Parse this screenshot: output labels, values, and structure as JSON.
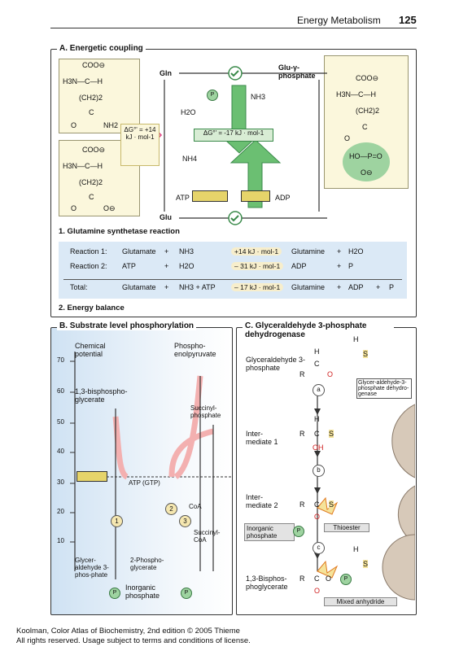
{
  "header": {
    "title": "Energy Metabolism",
    "page": "125"
  },
  "panelA": {
    "title": "A. Energetic coupling",
    "gln": "Gln",
    "glu": "Glu",
    "glu_phosphate": "Glu-γ-phosphate",
    "h2o": "H2O",
    "nh3": "NH3",
    "nh4": "NH4",
    "atp": "ATP",
    "adp": "ADP",
    "p": "P",
    "dg_left": "ΔG°' = +14 kJ · mol-1",
    "dg_center": "ΔG°' = -17 kJ · mol-1",
    "struct_top": [
      "COO⊖",
      "H3N—C—H",
      "(CH2)2",
      "C",
      "O",
      "NH2"
    ],
    "struct_bottom": [
      "COO⊖",
      "H3N—C—H",
      "(CH2)2",
      "C",
      "O",
      "O⊖"
    ],
    "struct_right": [
      "COO⊖",
      "H3N—C—H",
      "(CH2)2",
      "C",
      "O",
      "HO—P=O",
      "O⊖"
    ],
    "sub1": "1. Glutamine synthetase reaction",
    "sub2": "2. Energy balance",
    "table": [
      {
        "label": "Reaction 1:",
        "a": "Glutamate",
        "op1": "+",
        "b": "NH3",
        "energy": "+14 kJ · mol-1",
        "c": "Glutamine",
        "op2": "+",
        "d": "H2O",
        "op3": "",
        "e": ""
      },
      {
        "label": "Reaction 2:",
        "a": "ATP",
        "op1": "+",
        "b": "H2O",
        "energy": "– 31 kJ · mol-1",
        "c": "ADP",
        "op2": "+",
        "d": "P",
        "op3": "",
        "e": ""
      },
      {
        "label": "Total:",
        "a": "Glutamate",
        "op1": "+",
        "b": "NH3 + ATP",
        "energy": "– 17 kJ · mol-1",
        "c": "Glutamine",
        "op2": "+",
        "d": "ADP",
        "op3": "+",
        "e": "P"
      }
    ]
  },
  "panelB": {
    "title": "B. Substrate level phosphorylation",
    "chemical_potential": "Chemical potential",
    "y_ticks": [
      "70",
      "60",
      "50",
      "40",
      "30",
      "20",
      "10"
    ],
    "pep": "Phospho-enolpyruvate",
    "bpg": "1,3-bisphospho-glycerate",
    "succinyl_phosphate": "Succinyl-phosphate",
    "atp_gtp": "ATP (GTP)",
    "coa": "CoA",
    "succinyl_coa": "Succinyl-CoA",
    "gap": "Glycer-aldehyde 3-phos-phate",
    "pg2": "2-Phospho-glycerate",
    "inorganic_phosphate": "Inorganic phosphate",
    "n1": "1",
    "n2": "2",
    "n3": "3",
    "p": "P"
  },
  "panelC": {
    "title": "C. Glyceraldehyde 3-phosphate dehydrogenase",
    "g3p": "Glyceraldehyde 3-phosphate",
    "enzyme": "Glycer-aldehyde-3-phosphate dehydro-genase",
    "int1": "Inter-mediate 1",
    "int2": "Inter-mediate 2",
    "inorganic_phosphate": "Inorganic phosphate",
    "thioester": "Thioester",
    "bpg": "1,3-Bisphos-phoglycerate",
    "mixed": "Mixed anhydride",
    "a": "a",
    "b": "b",
    "c": "c",
    "h": "H",
    "s": "S",
    "r": "R",
    "c_atom": "C",
    "o": "O",
    "oh": "OH",
    "p": "P"
  },
  "footer": {
    "line1": "Koolman, Color Atlas of Biochemistry, 2nd edition © 2005 Thieme",
    "line2": "All rights reserved. Usage subject to terms and conditions of license."
  }
}
